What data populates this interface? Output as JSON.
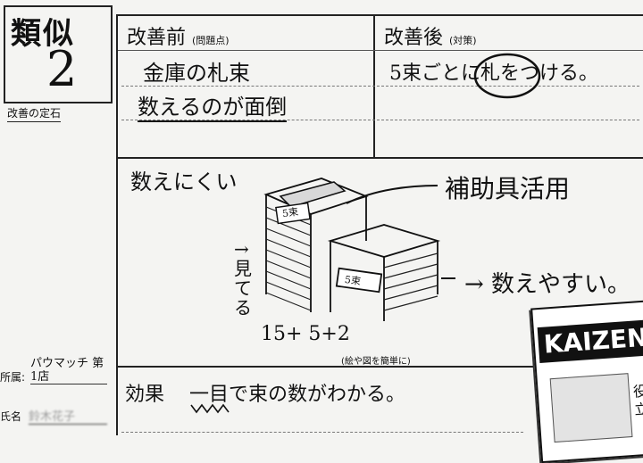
{
  "sidebar": {
    "category_handwritten": "類似",
    "number_handwritten": "2",
    "caption": "改善の定石",
    "affiliation_label": "所属",
    "affiliation_value": "パウマッチ 第1店",
    "name_label": "氏名",
    "name_value": "鈴木花子"
  },
  "before": {
    "title": "改善前",
    "subtitle": "(問題点)",
    "lines": [
      "金庫の札束",
      "数えるのが面倒"
    ]
  },
  "after": {
    "title": "改善後",
    "subtitle": "(対策)",
    "lines": [
      "5束ごとに札をつける。"
    ]
  },
  "sketch": {
    "caption": "(絵や図を簡単に)",
    "note_hard": "数えにくい",
    "note_tool": "補助具活用",
    "note_easy": "→ 数えやすい。",
    "label_5tab": "5束",
    "label_5tab_2": "5束",
    "vertical_note": "→ 見てる",
    "count_row": "15+ 5+2"
  },
  "effect": {
    "title": "効果",
    "text": "一目で束の数がわかる。"
  },
  "insert": {
    "brand": "KAIZEN事",
    "lines": [
      "役",
      "立"
    ]
  }
}
